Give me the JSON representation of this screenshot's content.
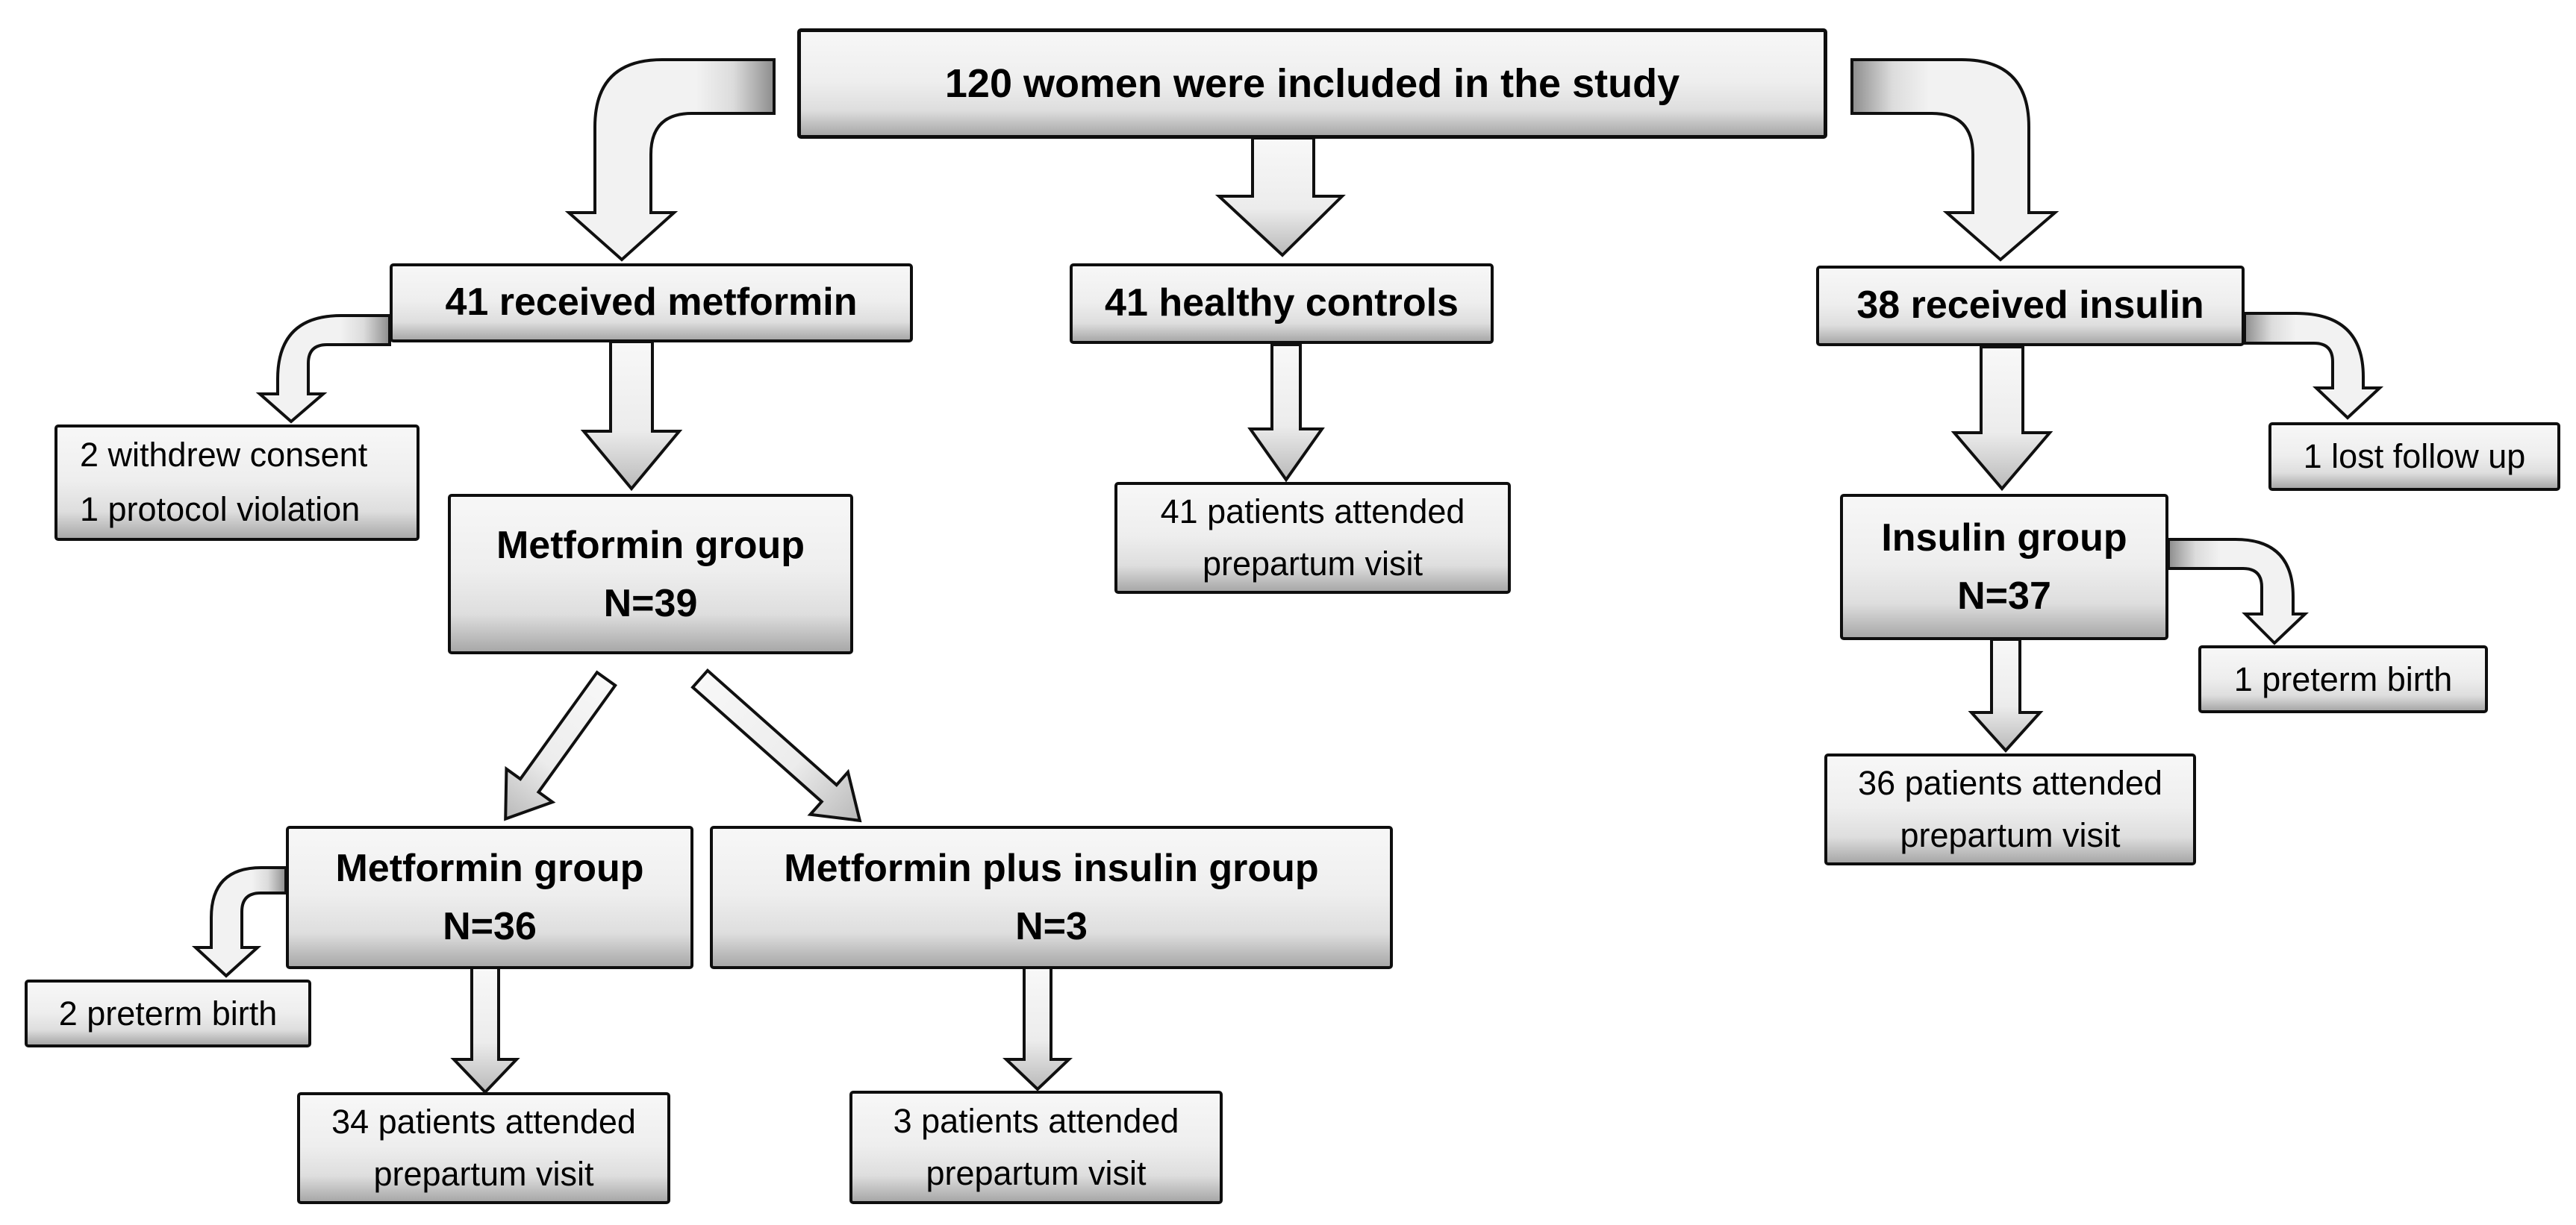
{
  "boxes": {
    "total": "120 women were included in the study",
    "metformin_arm": "41 received metformin",
    "controls_arm": "41 healthy controls",
    "insulin_arm": "38 received insulin",
    "metformin_exclusions": {
      "line1": "2 withdrew consent",
      "line2": "1 protocol violation"
    },
    "metformin_group": {
      "line1": "Metformin group",
      "line2": "N=39"
    },
    "controls_attended": {
      "line1": "41 patients attended",
      "line2": "prepartum visit"
    },
    "lost_follow_up": "1 lost follow up",
    "insulin_group": {
      "line1": "Insulin group",
      "line2": "N=37"
    },
    "insulin_preterm": "1 preterm birth",
    "insulin_attended": {
      "line1": "36 patients attended",
      "line2": "prepartum visit"
    },
    "metformin_only_group": {
      "line1": "Metformin group",
      "line2": "N=36"
    },
    "metformin_preterm": "2 preterm birth",
    "metformin_attended": {
      "line1": "34 patients attended",
      "line2": "prepartum visit"
    },
    "metformin_insulin_group": {
      "line1": "Metformin plus insulin group",
      "line2": "N=3"
    },
    "metformin_insulin_attended": {
      "line1": "3 patients attended",
      "line2": "prepartum visit"
    }
  },
  "colors": {
    "background": "#ffffff",
    "box_border": "#0e0e0e",
    "box_fill_top": "#f7f7f7",
    "box_fill_bottom": "#a8a8a8",
    "arrow_outline": "#101010",
    "arrow_fill_light": "#f2f2f2",
    "arrow_fill_dark": "#8c8c8c"
  }
}
